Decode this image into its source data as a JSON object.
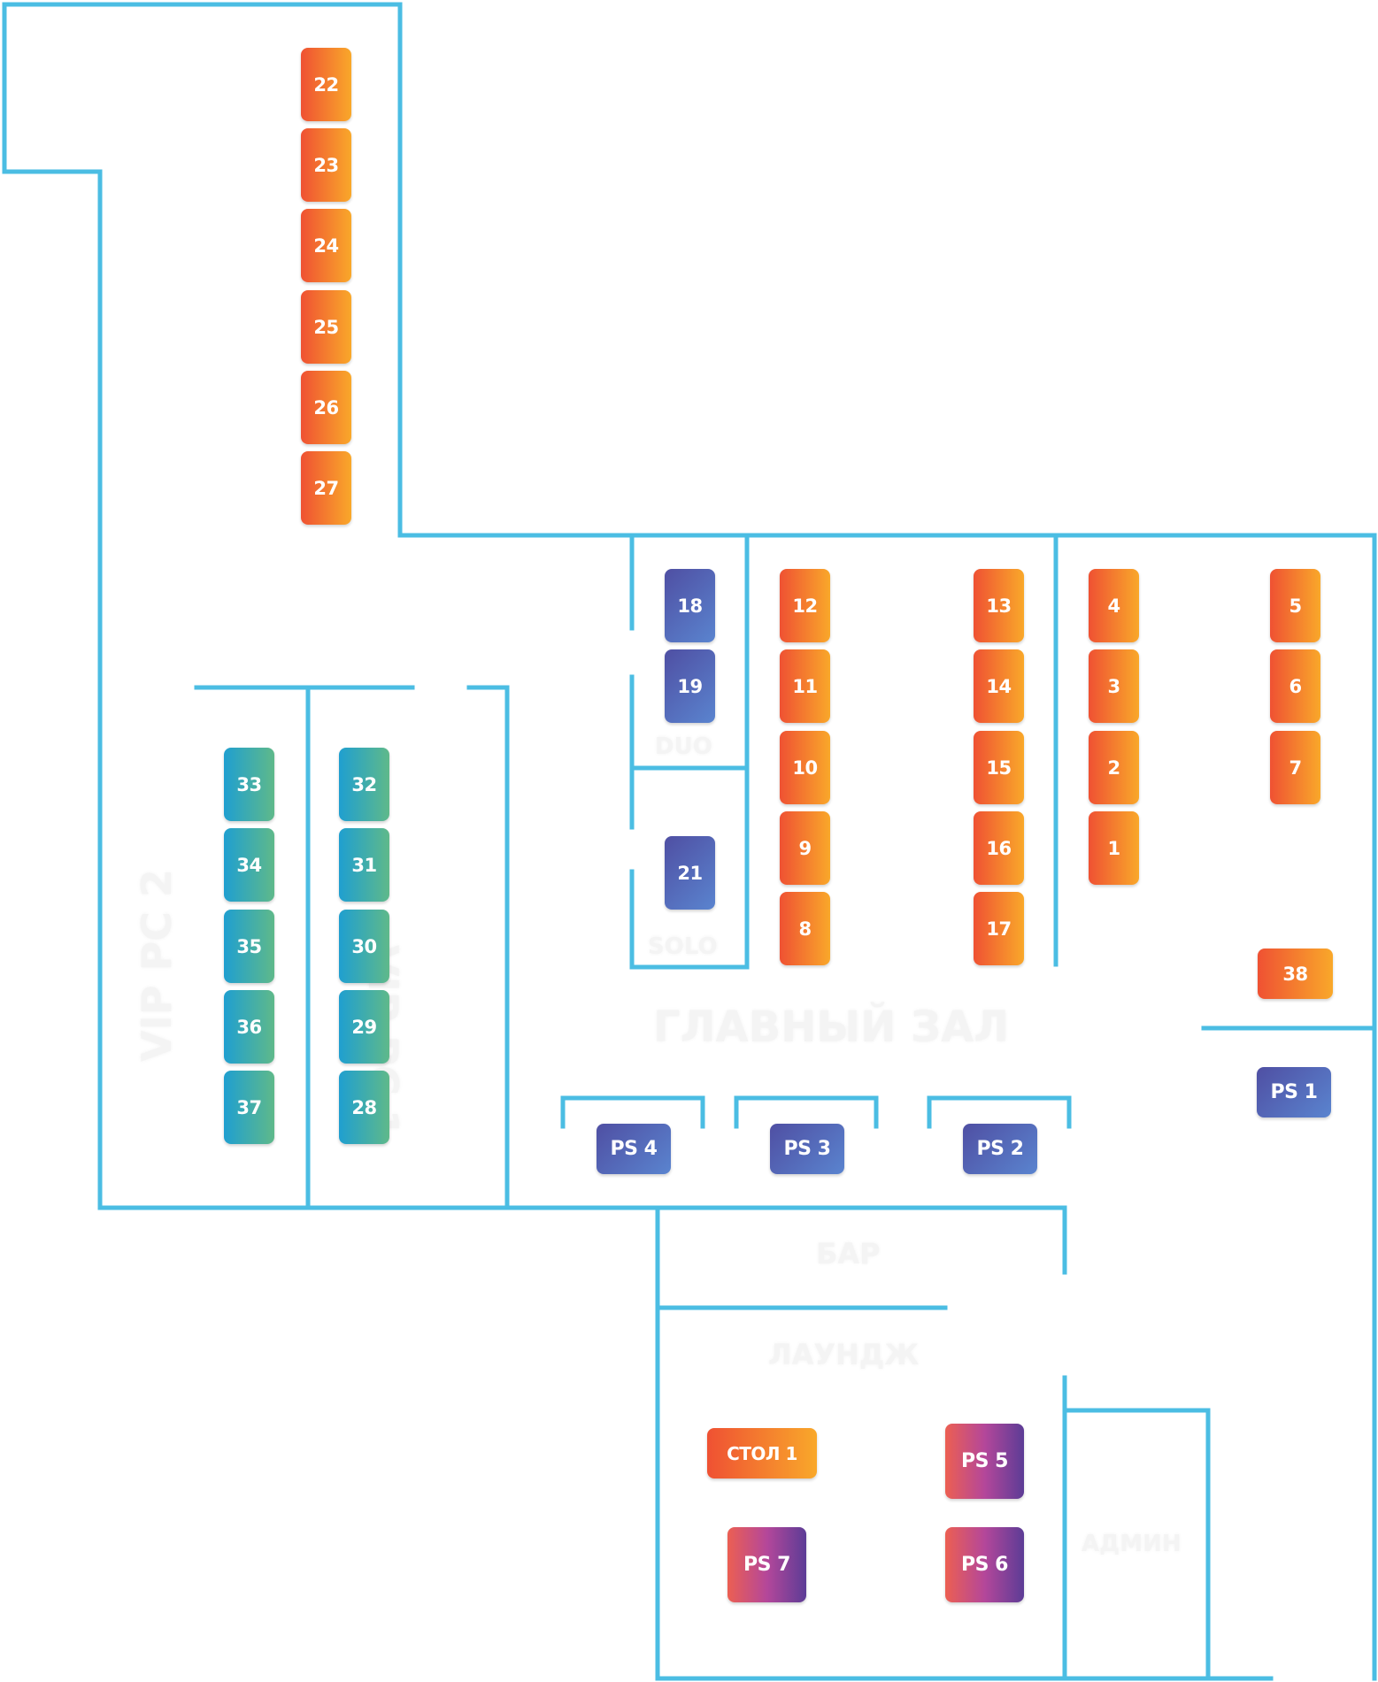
{
  "colors": {
    "walls": "#4bbde3",
    "orange": [
      "#ef5133",
      "#f9a82a"
    ],
    "indigo": [
      "#4f4fa3",
      "#5a84cf"
    ],
    "teal": [
      "#1f9fd0",
      "#5fb98a"
    ],
    "purple": [
      "#ec5f52",
      "#5c3c96"
    ],
    "room_label": "#f4f4f4"
  },
  "rooms": {
    "main_hall": "ГЛАВНЫЙ ЗАЛ",
    "vip_pc_1": "VIP PC 1",
    "vip_pc_2": "VIP PC 2",
    "duo": "DUO",
    "solo": "SOLO",
    "bar": "БАР",
    "lounge": "ЛАУНДЖ",
    "admin": "АДМИН"
  },
  "seats": {
    "s1": "1",
    "s2": "2",
    "s3": "3",
    "s4": "4",
    "s5": "5",
    "s6": "6",
    "s7": "7",
    "s8": "8",
    "s9": "9",
    "s10": "10",
    "s11": "11",
    "s12": "12",
    "s13": "13",
    "s14": "14",
    "s15": "15",
    "s16": "16",
    "s17": "17",
    "s18": "18",
    "s19": "19",
    "s21": "21",
    "s22": "22",
    "s23": "23",
    "s24": "24",
    "s25": "25",
    "s26": "26",
    "s27": "27",
    "s28": "28",
    "s29": "29",
    "s30": "30",
    "s31": "31",
    "s32": "32",
    "s33": "33",
    "s34": "34",
    "s35": "35",
    "s36": "36",
    "s37": "37",
    "s38": "38",
    "ps1": "PS 1",
    "ps2": "PS 2",
    "ps3": "PS 3",
    "ps4": "PS 4",
    "ps5": "PS 5",
    "ps6": "PS 6",
    "ps7": "PS 7",
    "table1": "СТОЛ 1"
  }
}
